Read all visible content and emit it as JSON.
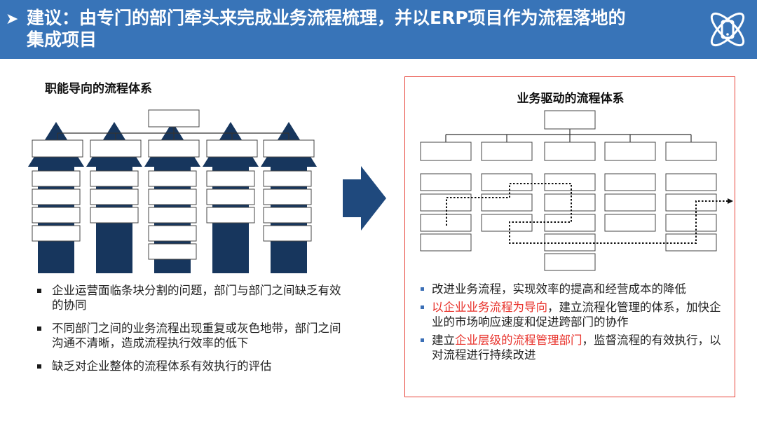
{
  "header": {
    "title_line1": "建议：由专门的部门牵头来完成业务流程梳理，并以ERP项目作为流程落地的",
    "title_line2": "集成项目",
    "arrow_icon": "chevron-right-icon",
    "logo_icon": "atom-phone-icon"
  },
  "left": {
    "title": "职能导向的流程体系",
    "bullets": [
      "企业运营面临条块分割的问题，部门与部门之间缺乏有效的协同",
      "不同部门之间的业务流程出现重复或灰色地带，部门之间沟通不清晰，造成流程执行效率的低下",
      "缺乏对企业整体的流程体系有效执行的评估"
    ]
  },
  "right": {
    "title": "业务驱动的流程体系",
    "bullets": [
      {
        "pre": "改进业务流程，实现效率的提高和经营成本的降低",
        "hl": "",
        "post": ""
      },
      {
        "pre": "",
        "hl": "以企业业务流程为导向",
        "post": "，建立流程化管理的体系，加快企业的市场响应速度和促进跨部门的协作"
      },
      {
        "pre": "建立",
        "hl": "企业层级的流程管理部门",
        "post": "，监督流程的有效执行，以对流程进行持续改进"
      }
    ]
  },
  "colors": {
    "header_bg": "#3874b8",
    "navy": "#17365d",
    "arrow_blue": "#1f497d",
    "frame_red": "#e8443a",
    "highlight_red": "#e8322b",
    "bullet_blue": "#3b6fb6"
  },
  "icons": [
    "chevron-right-icon",
    "atom-phone-icon",
    "right-arrow-icon",
    "flow-arrow-icon"
  ]
}
